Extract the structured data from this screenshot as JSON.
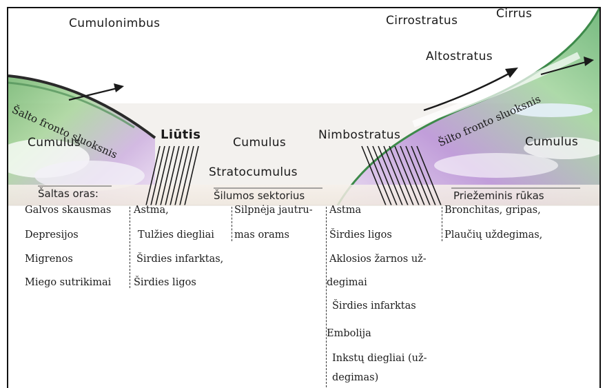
{
  "clouds": {
    "cumulonimbus": "Cumulonimbus",
    "cirrostratus": "Cirrostratus",
    "cirrus": "Cirrus",
    "altostratus": "Altostratus",
    "cumulus_left": "Cumulus",
    "cumulus_middle": "Cumulus",
    "cumulus_right": "Cumulus",
    "nimbostratus": "Nimbostratus",
    "stratocumulus": "Stratocumulus",
    "liutis": "Liūtis"
  },
  "fronts": {
    "cold_front_layer": "Šalto fronto sluoksnis",
    "warm_front_layer": "Šilto fronto sluoksnis"
  },
  "zones": {
    "cold_air": "Šaltas oras:",
    "warm_sector": "Šilumos sektorius",
    "ground_fog": "Priežeminis rūkas"
  },
  "columns": [
    {
      "items": [
        "Galvos skausmas",
        "Depresijos",
        "Migrenos",
        "Miego sutrikimai"
      ]
    },
    {
      "items": [
        "Astma,",
        "Tulžies diegliai",
        "Širdies infarktas,",
        "Širdies ligos"
      ]
    },
    {
      "items": [
        "Silpnėja jautru-",
        "mas orams"
      ]
    },
    {
      "items": [
        "Astma",
        "Širdies ligos",
        "Aklosios žarnos už-",
        "degimai",
        "Širdies infarktas",
        "Embolija",
        "Inkstų diegliai (už-",
        "degimas)"
      ]
    },
    {
      "items": [
        "Bronchitas, gripas,",
        "Plaučių uždegimas,"
      ]
    }
  ],
  "colors": {
    "text": "#1a1a1a",
    "front_dark": "#2a2a2a",
    "band_green": "#7fc37a",
    "band_purple": "#b48cd0",
    "sky_blue": "#d9ecf7"
  }
}
